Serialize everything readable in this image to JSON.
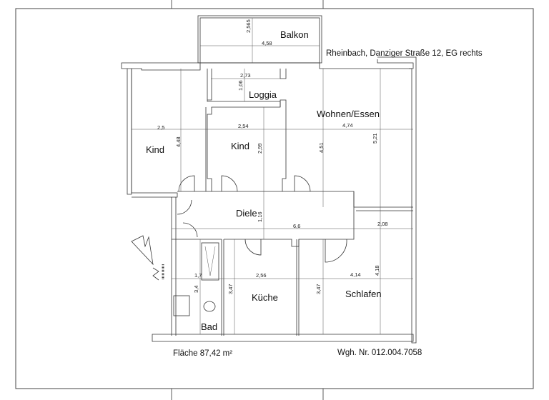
{
  "title": "Rheinbach, Danziger Straße 12, EG rechts",
  "area": "Fläche 87,42 m²",
  "unit_number": "Wgh. Nr. 012.004.7058",
  "rooms": {
    "balkon": "Balkon",
    "loggia": "Loggia",
    "kind1": "Kind",
    "kind2": "Kind",
    "wohnen": "Wohnen/Essen",
    "diele": "Diele",
    "bad": "Bad",
    "kueche": "Küche",
    "schlafen": "Schlafen"
  },
  "dimensions": {
    "balkon_h": "2,565",
    "balkon_w": "4,58",
    "loggia_w": "2,73",
    "loggia_h": "1,06",
    "kind1_w": "2,5",
    "kind1_h": "4,48",
    "kind2_w": "2,54",
    "kind2_h": "2,99",
    "wohnen_w": "4,74",
    "wohnen_h1": "4,51",
    "wohnen_h2": "5,21",
    "diele_h": "1,16",
    "diele_w": "6,6",
    "schlafen_extra": "2,08",
    "bad_w": "1,7",
    "bad_h": "3,4",
    "kueche_w": "2,56",
    "kueche_h": "3,47",
    "schlafen_h1": "3,47",
    "schlafen_w": "4,14",
    "schlafen_h2": "4,18"
  },
  "icons": {
    "north_arrow": "north-arrow-icon",
    "bathtub": "bathtub-icon",
    "sink": "sink-icon",
    "toilet": "toilet-icon"
  }
}
